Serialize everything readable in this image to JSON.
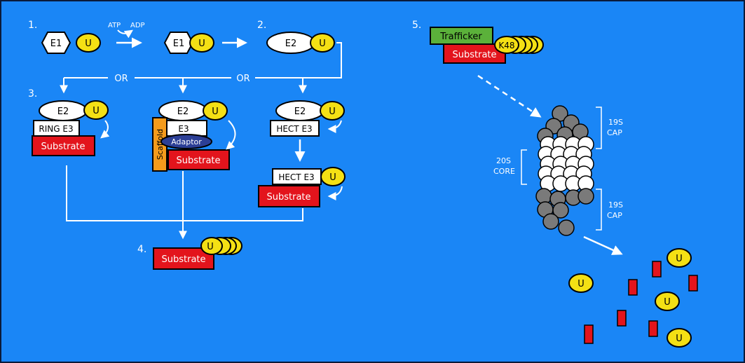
{
  "steps": {
    "s1": "1.",
    "s2": "2.",
    "s3": "3.",
    "s4": "4.",
    "s5": "5."
  },
  "labels": {
    "e1": "E1",
    "e2": "E2",
    "e3": "E3",
    "u": "U",
    "atp": "ATP",
    "adp": "ADP",
    "or": "OR",
    "ring_e3": "RING E3",
    "hect_e3": "HECT E3",
    "scaffold": "Scaffold",
    "adaptor": "Adaptor",
    "substrate": "Substrate",
    "trafficker": "Trafficker",
    "k48": "K48",
    "cap_19s": "19S",
    "cap_word": "CAP",
    "core_20s": "20S",
    "core_word": "CORE"
  },
  "colors": {
    "background": "#1a86f6",
    "border": "#0a1a3a",
    "ubiquitin": "#f4e014",
    "substrate": "#e3141c",
    "trafficker": "#5bb13a",
    "scaffold": "#f59b1c",
    "adaptor": "#2c3f96",
    "proteasome_gray": "#7a7a7a",
    "arrow": "#ffffff"
  }
}
